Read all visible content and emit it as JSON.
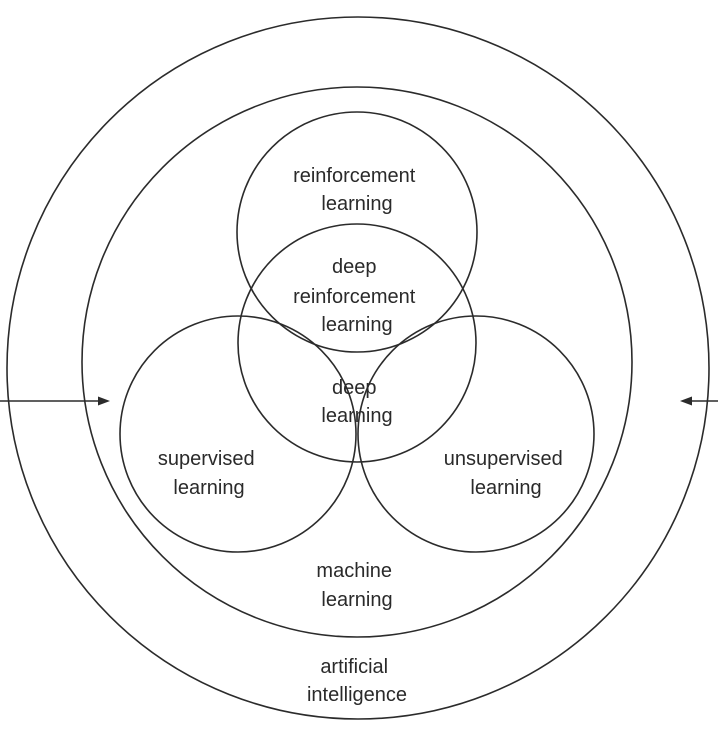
{
  "diagram": {
    "labels": {
      "artificial_intelligence": [
        "artificial",
        "intelligence"
      ],
      "machine_learning": [
        "machine",
        "learning"
      ],
      "reinforcement_learning": [
        "reinforcement",
        "learning"
      ],
      "deep_reinforcement_learning": [
        "deep",
        "reinforcement",
        "learning"
      ],
      "deep_learning": [
        "deep",
        "learning"
      ],
      "supervised_learning": [
        "supervised",
        "learning"
      ],
      "unsupervised_learning": [
        "unsupervised",
        "learning"
      ]
    },
    "stroke_color": "#2b2b2b",
    "text_color": "#2a2a2a",
    "background": "#ffffff"
  }
}
